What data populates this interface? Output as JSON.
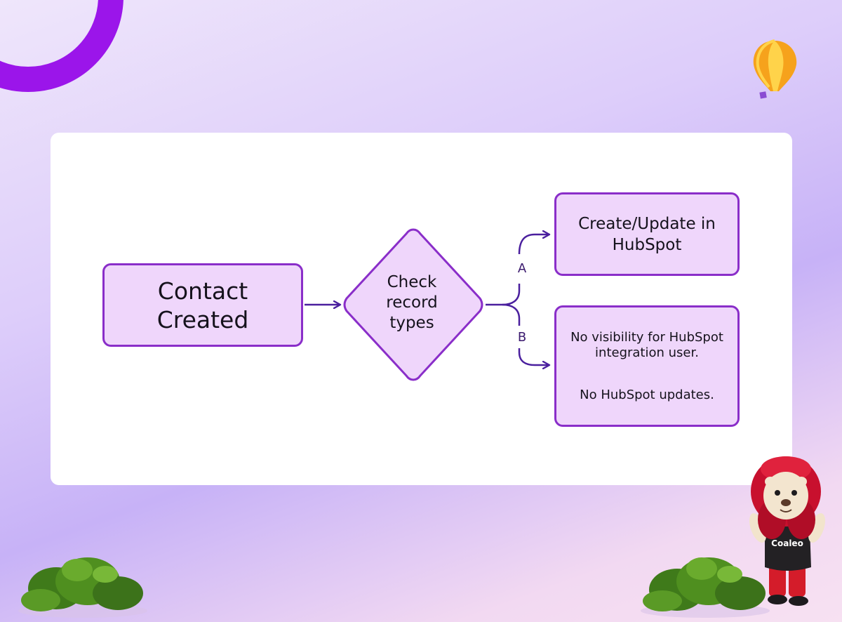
{
  "nodes": {
    "contact_created": {
      "line1": "Contact",
      "line2": "Created"
    },
    "check_record_types": {
      "line1": "Check",
      "line2": "record",
      "line3": "types"
    },
    "create_update": {
      "line1": "Create/Update in",
      "line2": "HubSpot"
    },
    "no_visibility": {
      "line1": "No visibility for HubSpot",
      "line2": "integration user.",
      "line3": "No HubSpot updates."
    }
  },
  "branches": {
    "a": "A",
    "b": "B"
  },
  "mascot": {
    "shirt_text": "Coaleo"
  },
  "colors": {
    "node_fill": "#efd6fb",
    "node_border": "#8a2ec9",
    "arrow": "#4a1f9e",
    "ring": "#9b15ea"
  },
  "icons": [
    "ring-decoration",
    "hot-air-balloon-icon",
    "shrub-left",
    "shrub-right",
    "lion-mascot"
  ]
}
